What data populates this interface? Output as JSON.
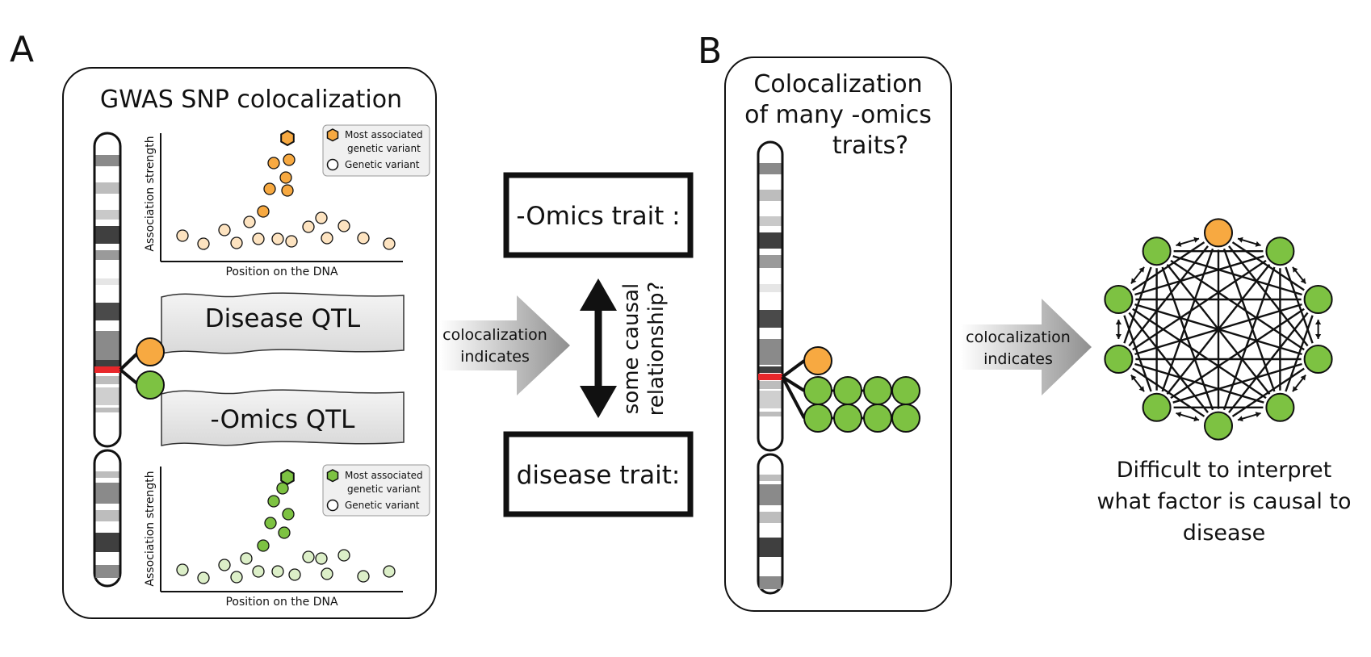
{
  "panels": {
    "a": {
      "letter": "A",
      "title": "GWAS SNP colocalization",
      "top_plot": {
        "ylabel": "Association strength",
        "xlabel": "Position on the DNA",
        "legend": [
          "Most associated genetic variant",
          "Genetic variant"
        ],
        "legend_lines": [
          "Most associated",
          "genetic variant",
          "Genetic variant"
        ],
        "colors": {
          "lead": "#f7a941",
          "variant": "#fde3c0"
        }
      },
      "bottom_plot": {
        "ylabel": "Association strength",
        "xlabel": "Position on the DNA",
        "legend": [
          "Most associated genetic variant",
          "Genetic variant"
        ],
        "legend_lines": [
          "Most associated",
          "genetic variant",
          "Genetic variant"
        ],
        "colors": {
          "lead": "#7dc242",
          "variant": "#dcefc8"
        }
      },
      "disease_qtl": "Disease QTL",
      "omics_qtl": "-Omics QTL"
    },
    "middle": {
      "arrow_text": [
        "colocalization",
        "indicates"
      ],
      "omics_trait": "-Omics trait :",
      "disease_trait": "disease trait:",
      "relationship": [
        "some causal",
        "relationship?"
      ]
    },
    "b": {
      "letter": "B",
      "title_lines": [
        "Colocalization",
        "of many -omics",
        "traits?"
      ],
      "arrow_text": [
        "colocalization",
        "indicates"
      ],
      "conclusion_lines": [
        "Difficult to interpret",
        "what factor is causal to",
        "disease"
      ],
      "network": {
        "nodes": 10,
        "causal_color": "#f7a941",
        "omics_color": "#7dc242"
      }
    }
  },
  "colors": {
    "orange": "#f7a941",
    "green": "#7dc242",
    "snp_red": "#e8272a"
  }
}
